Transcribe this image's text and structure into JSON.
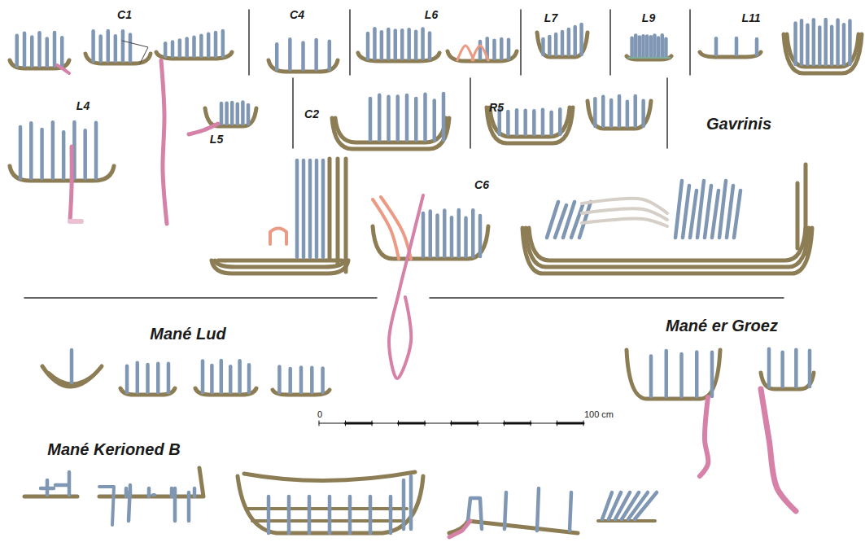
{
  "diagram": {
    "labels": [
      "C1",
      "C4",
      "L6",
      "L7",
      "L9",
      "L11",
      "L4",
      "L5",
      "C2",
      "R5",
      "Gavrinis",
      "C6",
      "Mané Lud",
      "Mané er Groez",
      "Mané Kerioned B",
      "0",
      "100 cm"
    ]
  }
}
